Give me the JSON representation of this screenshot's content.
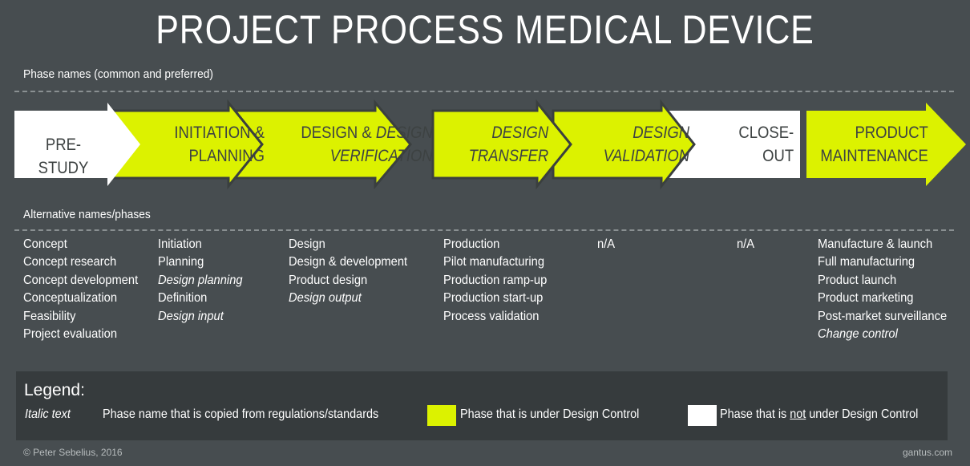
{
  "title": "PROJECT PROCESS MEDICAL DEVICE",
  "phase_section_label": "Phase names (common and preferred)",
  "alt_section_label": "Alternative names/phases",
  "colors": {
    "background": "#474d50",
    "green": "#dcf200",
    "white": "#ffffff",
    "legend_bg": "#363b3d"
  },
  "phases": [
    {
      "line1": "PRE-STUDY",
      "line2": "",
      "design_control": false
    },
    {
      "line1": "INITIATION &",
      "line2": "PLANNING",
      "design_control": true
    },
    {
      "line1a": "DESIGN & ",
      "line1b": "DESIGN",
      "line2": "VERIFICATION",
      "design_control": true
    },
    {
      "line1": "DESIGN",
      "line2": "TRANSFER",
      "design_control": true
    },
    {
      "line1": "DESIGN",
      "line2": "VALIDATION",
      "design_control": true
    },
    {
      "line1": "CLOSE-",
      "line2": "OUT",
      "design_control": false
    },
    {
      "line1": "PRODUCT",
      "line2": "MAINTENANCE",
      "design_control": true
    }
  ],
  "alternatives": [
    [
      "Concept",
      "Concept research",
      "Concept development",
      "Conceptualization",
      "Feasibility",
      "Project evaluation"
    ],
    [
      "Initiation",
      "Planning",
      "Design planning",
      "Definition",
      "Design input"
    ],
    [
      "Design",
      "Design & development",
      "Product design",
      "Design output"
    ],
    [
      "Production",
      "Pilot manufacturing",
      "Production ramp-up",
      "Production start-up",
      "Process validation"
    ],
    [
      "n/A"
    ],
    [
      "n/A"
    ],
    [
      "Manufacture & launch",
      "Full manufacturing",
      "Product launch",
      "Product marketing",
      "Post-market surveillance",
      "Change control"
    ]
  ],
  "legend": {
    "heading": "Legend:",
    "italic_key": "Italic text",
    "italic_desc": "Phase name that is copied from regulations/standards",
    "green_desc": "Phase that is under Design Control",
    "white_desc_pre": "Phase that is ",
    "white_desc_not": "not",
    "white_desc_post": " under Design Control"
  },
  "footer": {
    "copyright": "© Peter Sebelius, 2016",
    "site": "gantus.com"
  }
}
